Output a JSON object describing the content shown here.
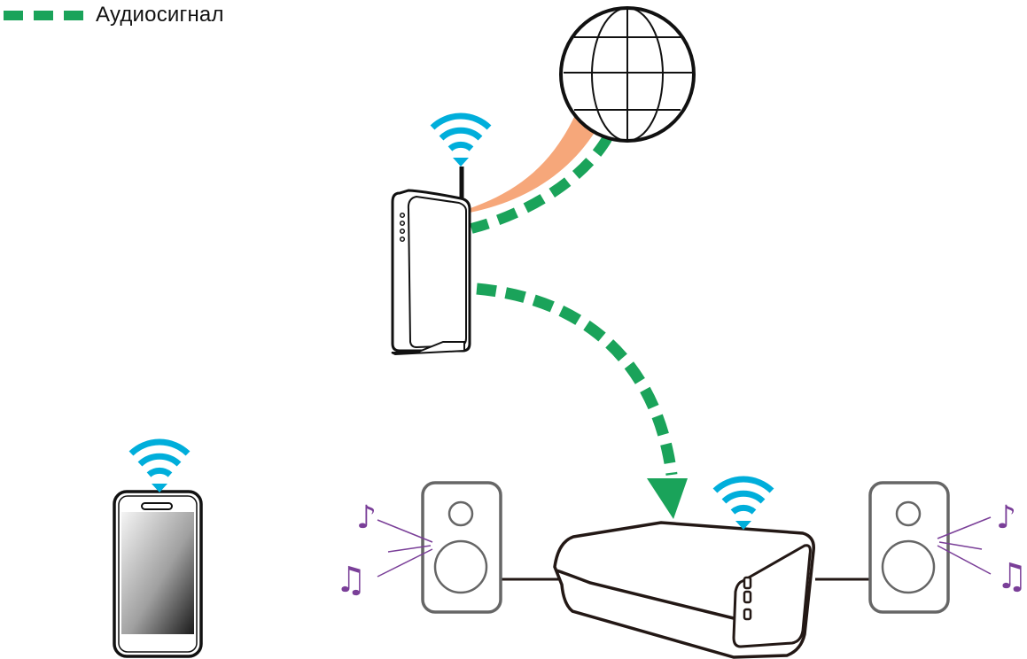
{
  "legend": {
    "label": "Аудиосигнал",
    "line_style": "dashed",
    "color": "#1aa35a"
  },
  "colors": {
    "audio_signal": "#1aa35a",
    "internet_link": "#f6a77a",
    "wifi": "#00aedb",
    "music_note": "#7a3f98",
    "device_outline": "#231815",
    "speaker_outline": "#666666"
  },
  "nodes": [
    {
      "id": "internet",
      "icon": "globe-icon"
    },
    {
      "id": "router",
      "icon": "wifi-router-icon",
      "wireless": true
    },
    {
      "id": "smartphone",
      "icon": "smartphone-icon",
      "wireless": true
    },
    {
      "id": "amplifier",
      "icon": "wireless-amplifier-icon",
      "wireless": true
    },
    {
      "id": "speaker-left",
      "icon": "speaker-icon"
    },
    {
      "id": "speaker-right",
      "icon": "speaker-icon"
    }
  ],
  "links": [
    {
      "from": "internet",
      "to": "router",
      "type": "internet-connection"
    },
    {
      "from": "internet",
      "to": "router",
      "type": "audio-signal"
    },
    {
      "from": "router",
      "to": "amplifier",
      "type": "audio-signal",
      "arrow": true
    },
    {
      "from": "amplifier",
      "to": "speaker-left",
      "type": "cable"
    },
    {
      "from": "amplifier",
      "to": "speaker-right",
      "type": "cable"
    }
  ]
}
